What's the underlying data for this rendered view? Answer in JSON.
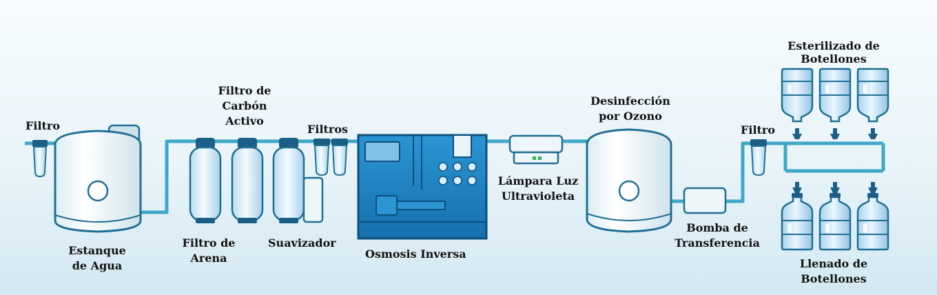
{
  "colors": {
    "background_light": "#f3f9fc",
    "background_dark": "#d6eaf3",
    "pipe": "#3fa7c6",
    "tank_fill": "#f2f8fb",
    "tank_stroke": "#1f6f93",
    "filter_cap": "#1c5f86",
    "ro_unit": "#1a7fc0",
    "ro_unit_dark": "#10639c",
    "bottle_fill": "#cfe8f6",
    "indicator": "#2fb35a",
    "text": "#111111"
  },
  "labels": {
    "filtro_inlet": "Filtro",
    "estanque": [
      "Estanque",
      "de Agua"
    ],
    "filtro_carbon": [
      "Filtro de",
      "Carbón",
      "Activo"
    ],
    "filtros": "Filtros",
    "filtro_arena": [
      "Filtro de",
      "Arena"
    ],
    "suavizador": "Suavizador",
    "osmosis": "Osmosis Inversa",
    "lampara": [
      "Lámpara Luz",
      "Ultravioleta"
    ],
    "ozono": [
      "Desinfección",
      "por Ozono"
    ],
    "filtro_outlet": "Filtro",
    "bomba": [
      "Bomba de",
      "Transferencia"
    ],
    "esterilizado": [
      "Esterilizado de",
      "Botellones"
    ],
    "llenado": [
      "Llenado de",
      "Botellones"
    ]
  }
}
